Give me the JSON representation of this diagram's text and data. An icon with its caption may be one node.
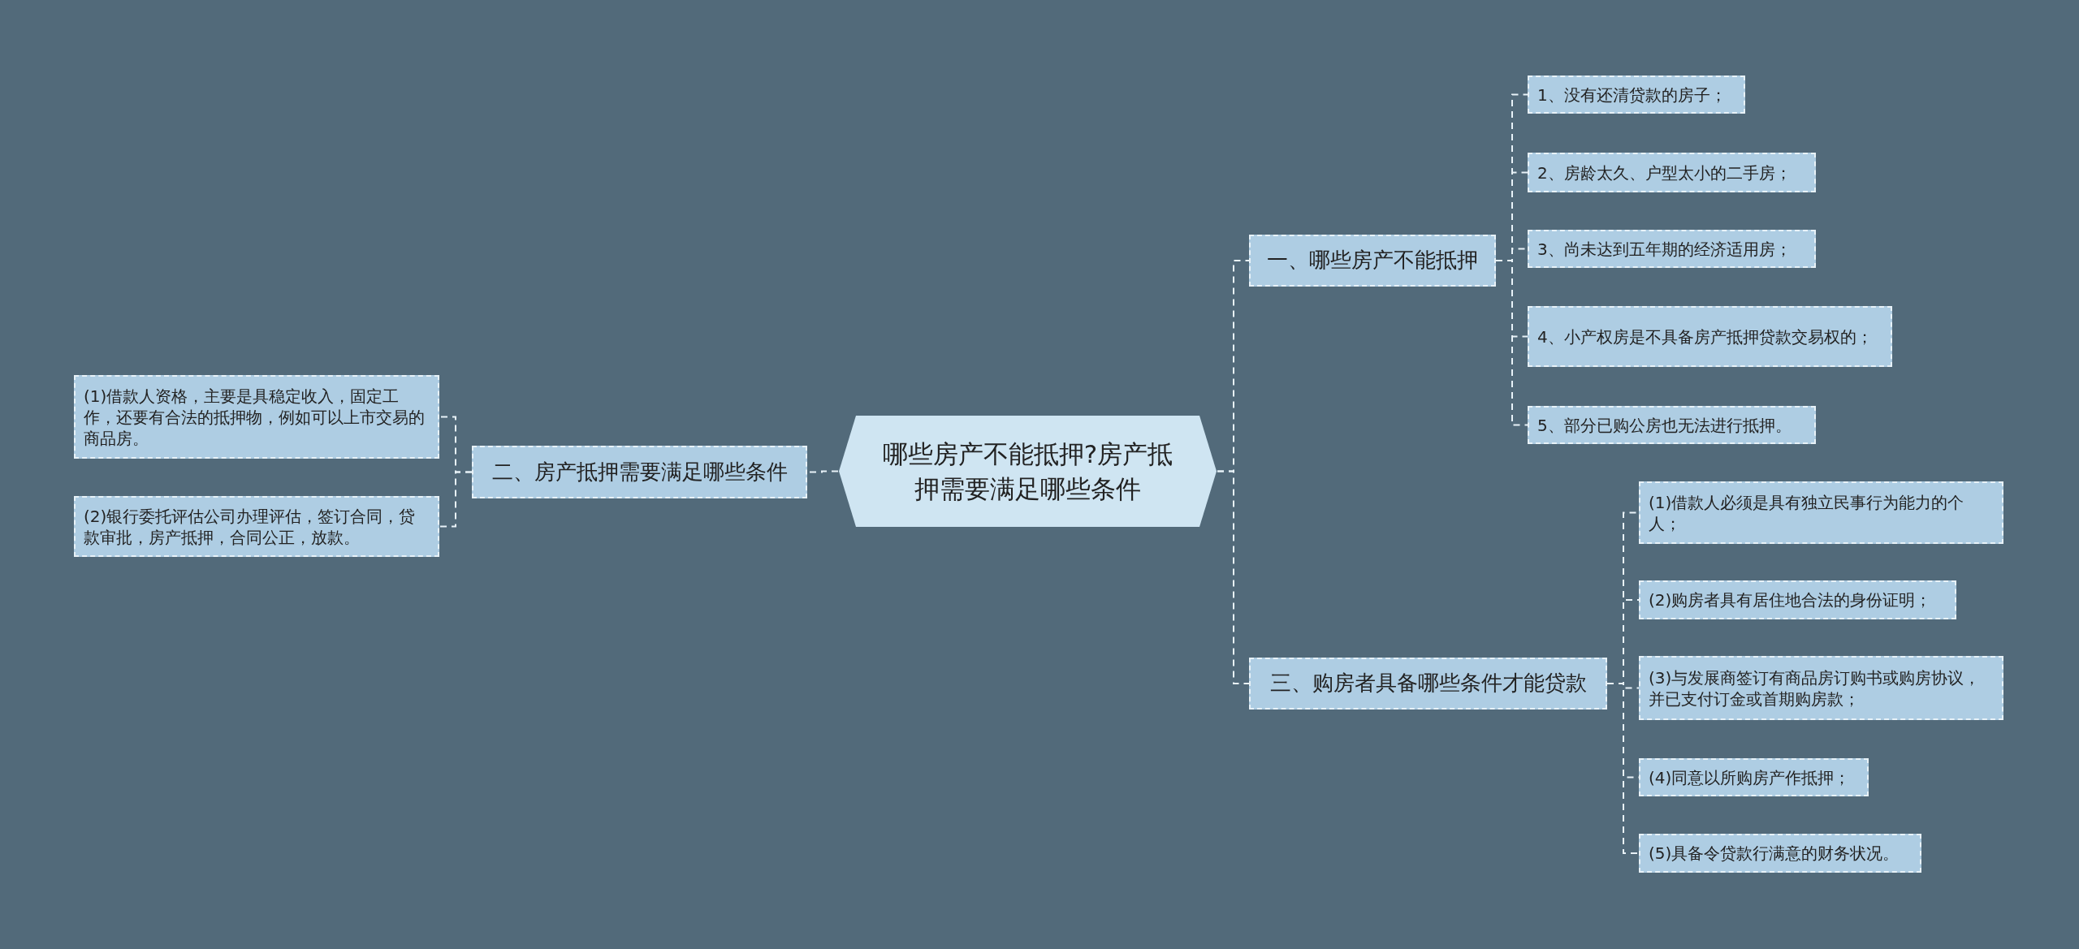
{
  "diagram": {
    "nodes": [
      {
        "text": [
          "哪些房产不能抵押?房产抵押需要满足哪些条件"
        ]
      },
      {
        "text": [
          "二、房产抵押需要满足哪些条件"
        ]
      },
      {
        "text": [
          "(1)借款人资格，主要是具稳定收入，固定工作，还要有合法的抵押物，例如可以上市交易的商品房。"
        ]
      },
      {
        "text": [
          "(2)银行委托评估公司办理评估，签订合同，贷款审批，房产抵押，合同公正，放款。"
        ]
      },
      {
        "text": [
          "一、哪些房产不能抵押"
        ]
      },
      {
        "text": [
          "1、没有还清贷款的房子；"
        ]
      },
      {
        "text": [
          "2、房龄太久、户型太小的二手房；"
        ]
      },
      {
        "text": [
          "3、尚未达到五年期的经济适用房；"
        ]
      },
      {
        "text": [
          "4、小产权房是不具备房产抵押贷款交易权的；"
        ]
      },
      {
        "text": [
          "5、部分已购公房也无法进行抵押。"
        ]
      },
      {
        "text": [
          "三、购房者具备哪些条件才能贷款"
        ]
      },
      {
        "text": [
          "(1)借款人必须是具有独立民事行为能力的个人；"
        ]
      },
      {
        "text": [
          "(2)购房者具有居住地合法的身份证明；"
        ]
      },
      {
        "text": [
          "(3)与发展商签订有商品房订购书或购房协议，并已支付订金或首期购房款；"
        ]
      },
      {
        "text": [
          "(4)同意以所购房产作抵押；"
        ]
      },
      {
        "text": [
          "(5)具备令贷款行满意的财务状况。"
        ]
      }
    ],
    "edges": [
      {
        "from": 0,
        "to": 1,
        "arrow": "none"
      },
      {
        "from": 1,
        "to": 2,
        "arrow": "none"
      },
      {
        "from": 1,
        "to": 3,
        "arrow": "none"
      },
      {
        "from": 0,
        "to": 4,
        "arrow": "none"
      },
      {
        "from": 4,
        "to": 5,
        "arrow": "none"
      },
      {
        "from": 4,
        "to": 6,
        "arrow": "none"
      },
      {
        "from": 4,
        "to": 7,
        "arrow": "none"
      },
      {
        "from": 4,
        "to": 8,
        "arrow": "none"
      },
      {
        "from": 4,
        "to": 9,
        "arrow": "none"
      },
      {
        "from": 0,
        "to": 10,
        "arrow": "none"
      },
      {
        "from": 10,
        "to": 11,
        "arrow": "none"
      },
      {
        "from": 10,
        "to": 12,
        "arrow": "none"
      },
      {
        "from": 10,
        "to": 13,
        "arrow": "none"
      },
      {
        "from": 10,
        "to": 14,
        "arrow": "none"
      },
      {
        "from": 10,
        "to": 15,
        "arrow": "none"
      }
    ]
  }
}
